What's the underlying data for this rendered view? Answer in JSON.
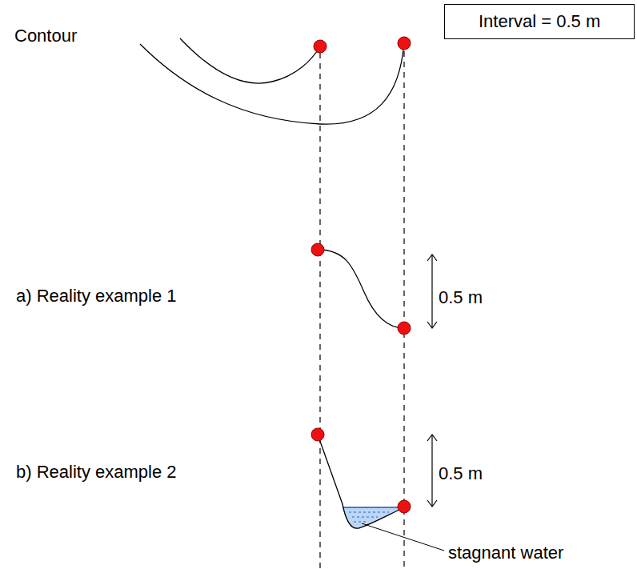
{
  "diagram": {
    "nodes": [
      {
        "text": [
          "Interval = 0.5 m"
        ]
      }
    ],
    "labels": [
      "Contour",
      "a) Reality example 1",
      "0.5 m",
      "b) Reality example 2",
      "0.5 m",
      "stagnant water"
    ]
  }
}
